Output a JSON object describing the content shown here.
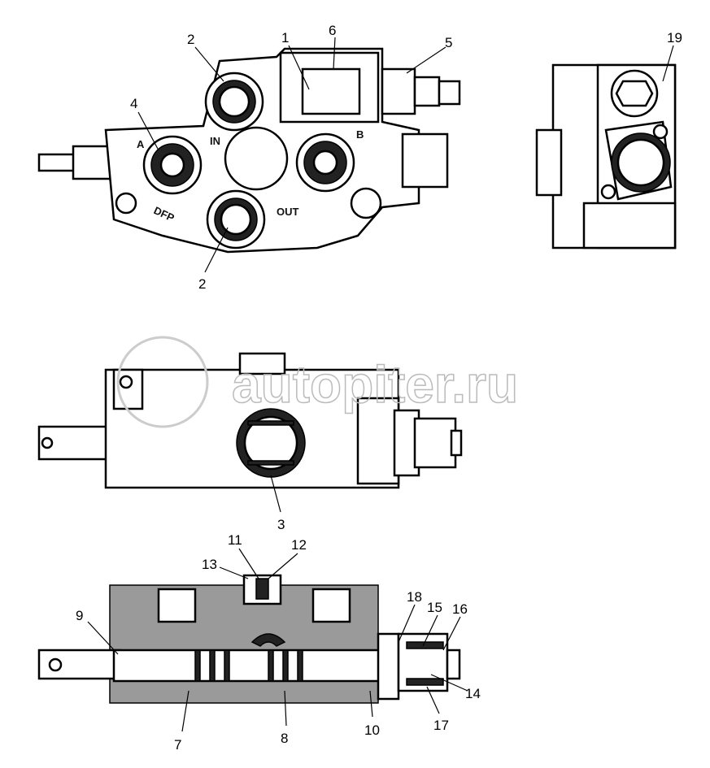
{
  "top_view": {
    "callouts": [
      "2",
      "1",
      "6",
      "5",
      "4",
      "2"
    ],
    "port_marks": [
      "IN",
      "A",
      "B",
      "DFP",
      "OUT"
    ]
  },
  "end_view": {
    "callouts": [
      "19"
    ]
  },
  "side_view": {
    "callouts": [
      "3"
    ]
  },
  "section_view": {
    "callouts": [
      "11",
      "12",
      "13",
      "9",
      "18",
      "15",
      "16",
      "14",
      "7",
      "8",
      "10",
      "17"
    ]
  },
  "watermark": "autopiter.ru"
}
